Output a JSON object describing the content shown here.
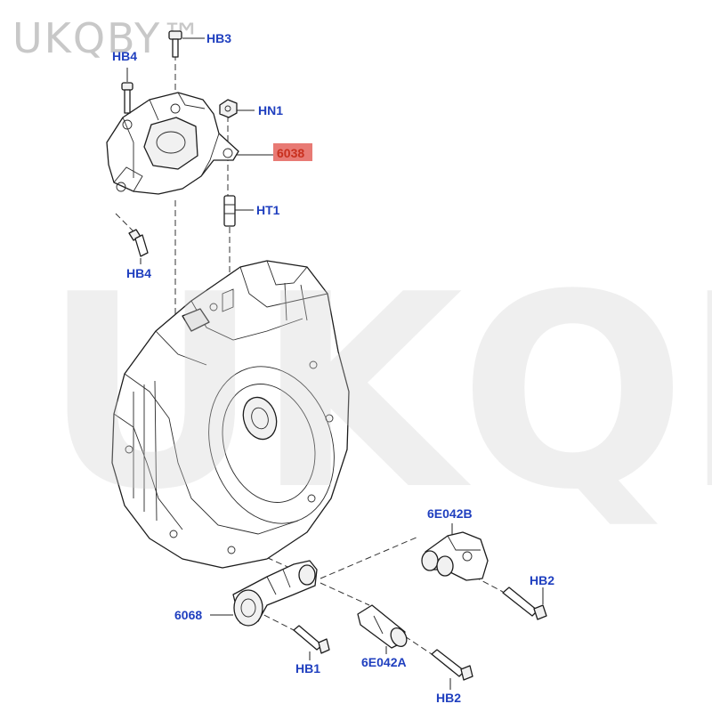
{
  "watermark": {
    "small": "UKQBY™",
    "large": "UKQBY™"
  },
  "callouts": [
    {
      "id": "hb3",
      "label": "HB3"
    },
    {
      "id": "hb4_top",
      "label": "HB4"
    },
    {
      "id": "hn1",
      "label": "HN1"
    },
    {
      "id": "p6038",
      "label": "6038",
      "highlighted": true
    },
    {
      "id": "ht1",
      "label": "HT1"
    },
    {
      "id": "hb4_bot",
      "label": "HB4"
    },
    {
      "id": "p6e042b",
      "label": "6E042B"
    },
    {
      "id": "hb2_r",
      "label": "HB2"
    },
    {
      "id": "p6068",
      "label": "6068"
    },
    {
      "id": "hb1",
      "label": "HB1"
    },
    {
      "id": "p6e042a",
      "label": "6E042A"
    },
    {
      "id": "hb2_b",
      "label": "HB2"
    }
  ],
  "colors": {
    "callout_text": "#1f3fbf",
    "highlight_fill": "#e87a74",
    "highlight_text": "#c8301e"
  }
}
